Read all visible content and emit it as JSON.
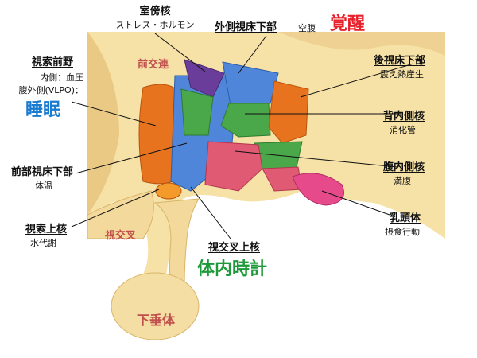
{
  "colors": {
    "background_tissue": "#f6e1a6",
    "tissue_shadow": "#e9c983",
    "blue_region": "#4f86d9",
    "green_region": "#4aa84a",
    "purple_region": "#6a3d9a",
    "orange_region": "#e8731e",
    "pink_region": "#e05a73",
    "magenta_region": "#e64a8a",
    "wakefulness_red": "#e8202a",
    "sleep_blue": "#1a7bd0",
    "clock_green": "#1f9a3a",
    "anatomy_label": "#c0504d"
  },
  "labels": {
    "paraventricular": {
      "title": "室傍核",
      "sub": "ストレス・ホルモン"
    },
    "lateral_hypothalamus": {
      "title": "外側視床下部",
      "sub": "空腹",
      "big": "覚醒"
    },
    "preoptic": {
      "title": "視索前野",
      "line1": "内側：血圧",
      "line2": "腹外側(VLPO)：",
      "big": "睡眠"
    },
    "posterior_hypothalamus": {
      "title": "後視床下部",
      "sub": "震え熱産生"
    },
    "dorsomedial": {
      "title": "背内側核",
      "sub": "消化管"
    },
    "anterior_hypothalamus": {
      "title": "前部視床下部",
      "sub": "体温"
    },
    "ventromedial": {
      "title": "腹内側核",
      "sub": "満腹"
    },
    "supraoptic": {
      "title": "視索上核",
      "sub": "水代謝"
    },
    "mammillary": {
      "title": "乳頭体",
      "sub": "摂食行動"
    },
    "suprachiasmatic": {
      "title": "視交叉上核",
      "big": "体内時計"
    }
  },
  "anatomy": {
    "anterior_commissure": "前交連",
    "optic_chiasm": "視交叉",
    "pituitary": "下垂体"
  }
}
